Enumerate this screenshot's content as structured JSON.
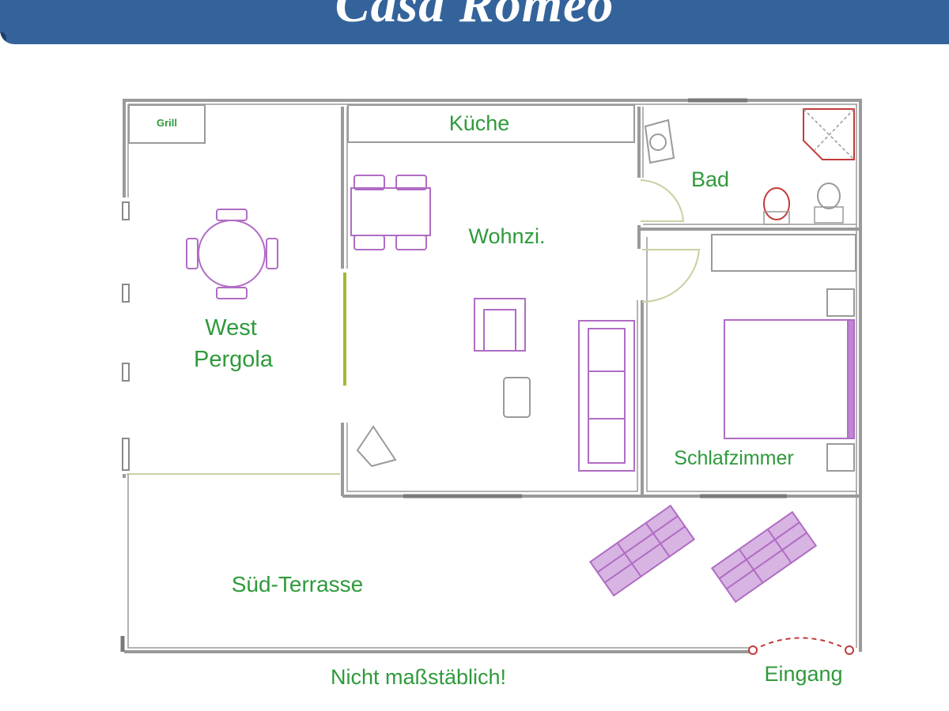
{
  "header": {
    "title": "Casa Romeo",
    "color": "#33639a"
  },
  "plan": {
    "rooms": {
      "grill": "Grill",
      "kueche": "Küche",
      "bad": "Bad",
      "wohnzimmer": "Wohnzi.",
      "pergola_line1": "West",
      "pergola_line2": "Pergola",
      "schlafzimmer": "Schlafzimmer",
      "terrasse": "Süd-Terrasse"
    },
    "notes": {
      "scale": "Nicht maßstäblich!",
      "entrance": "Eingang"
    },
    "colors": {
      "wall": "#9a9a9a",
      "label": "#2f9a3c",
      "furniture": "#b06cc4"
    }
  }
}
